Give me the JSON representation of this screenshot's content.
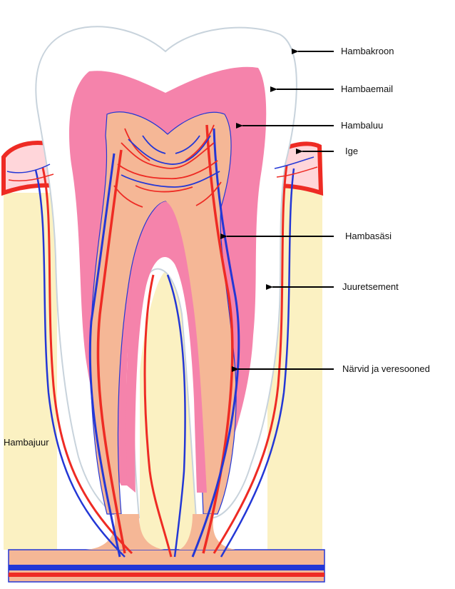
{
  "labels": {
    "crown": "Hambakroon",
    "enamel": "Hambaemail",
    "dentin": "Hambaluu",
    "gum": "Ige",
    "pulp": "Hambasäsi",
    "cementum": "Juuretsement",
    "nerves": "Närvid ja veresooned",
    "root": "Hambajuur"
  },
  "colors": {
    "bone": "#fbf1c2",
    "gum": "#ffd6da",
    "gum_edge": "#ee2b24",
    "enamel_crown": "#ffffff",
    "dentin": "#f583ab",
    "pulp": "#f5b796",
    "artery": "#ee2b24",
    "vein": "#2337d6"
  }
}
